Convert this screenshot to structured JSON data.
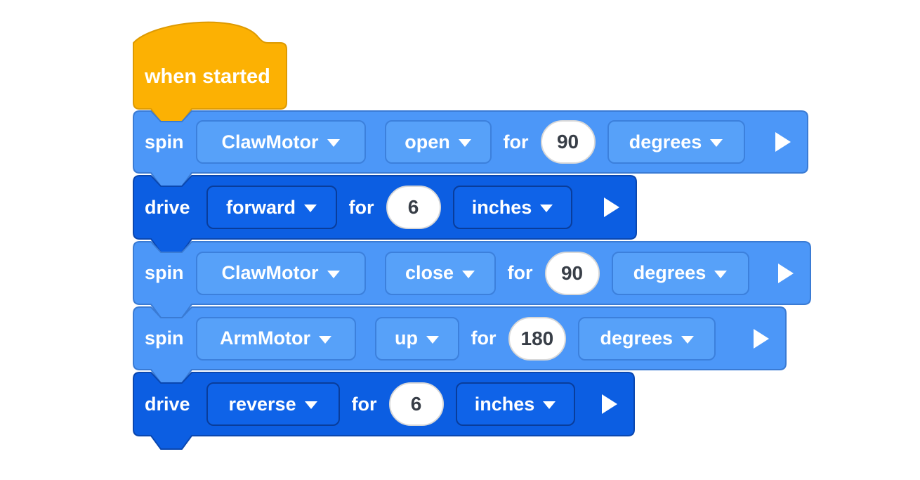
{
  "workspace": {
    "background": "#FFFFFF"
  },
  "palette": {
    "hat_fill": "#FCB103",
    "hat_stroke": "#DD9A02",
    "motor_fill": "#4C97F8",
    "motor_stroke": "#3A7BD4",
    "motor_field_fill": "#57A1F9",
    "motor_field_stroke": "#3C80DC",
    "drive_fill": "#0C5EE2",
    "drive_stroke": "#0A47B0",
    "drive_field_fill": "#0F63E8",
    "drive_field_stroke": "#093D9B",
    "number_fill": "#FFFFFF",
    "number_stroke": "#D8D8D8",
    "number_text": "#383E47",
    "block_text": "#FFFFFF"
  },
  "icons": {
    "dropdown_arrow": "triangle-down",
    "play": "triangle-right"
  },
  "blocks": [
    {
      "type": "hat",
      "label": "when started"
    },
    {
      "type": "spin",
      "verb": "spin",
      "motor": "ClawMotor",
      "direction": "open",
      "for_label": "for",
      "value": "90",
      "unit": "degrees"
    },
    {
      "type": "drive",
      "verb": "drive",
      "direction": "forward",
      "for_label": "for",
      "value": "6",
      "unit": "inches"
    },
    {
      "type": "spin",
      "verb": "spin",
      "motor": "ClawMotor",
      "direction": "close",
      "for_label": "for",
      "value": "90",
      "unit": "degrees"
    },
    {
      "type": "spin",
      "verb": "spin",
      "motor": "ArmMotor",
      "direction": "up",
      "for_label": "for",
      "value": "180",
      "unit": "degrees"
    },
    {
      "type": "drive",
      "verb": "drive",
      "direction": "reverse",
      "for_label": "for",
      "value": "6",
      "unit": "inches"
    }
  ]
}
